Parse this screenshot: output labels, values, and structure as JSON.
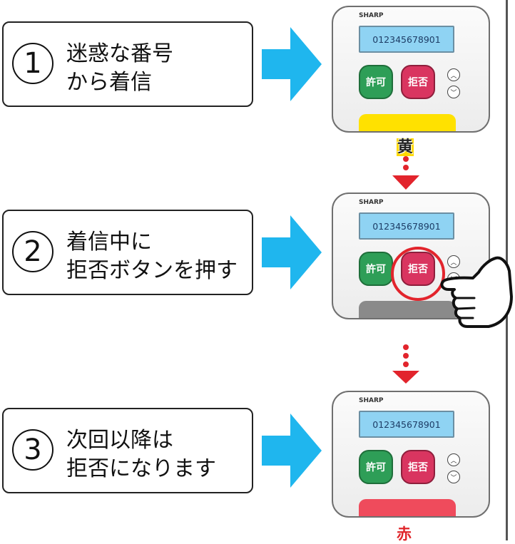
{
  "steps": [
    {
      "num": "1",
      "line1": "迷惑な番号",
      "line2": "から着信"
    },
    {
      "num": "2",
      "line1": "着信中に",
      "line2": "拒否ボタンを押す"
    },
    {
      "num": "3",
      "line1": "次回以降は",
      "line2": "拒否になります"
    }
  ],
  "device": {
    "brand": "SHARP",
    "number": "012345678901",
    "allow_label": "許可",
    "reject_label": "拒否"
  },
  "led_labels": {
    "yellow": "黄",
    "red": "赤"
  },
  "colors": {
    "arrow": "#1fb6ee",
    "led_yellow": "#ffe100",
    "led_gray": "#8a8a8a",
    "led_red": "#ef4b5c",
    "highlight": "#e2242c",
    "allow_button": "#2e9e57",
    "reject_button": "#d93560"
  },
  "icons": [
    "right-arrow-icon",
    "dotted-down-arrow-icon",
    "pointing-hand-icon",
    "up-chevron-icon",
    "down-chevron-icon"
  ]
}
